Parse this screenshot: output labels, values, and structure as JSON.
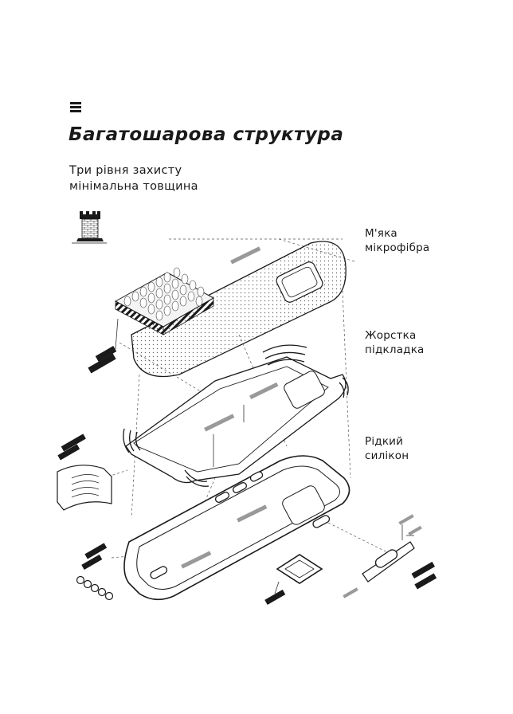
{
  "header": {
    "menu_icon": "menu-icon",
    "title": "Багатошарова структура",
    "subtitle_lines": [
      "Три рівня захисту",
      "мінімальна товщина"
    ],
    "badge_icon": "tower-icon"
  },
  "layers": [
    {
      "lines": [
        "М'яка",
        "мікрофібра"
      ]
    },
    {
      "lines": [
        "Жорстка",
        "підкладка"
      ]
    },
    {
      "lines": [
        "Рідкий",
        "силікон"
      ]
    }
  ],
  "colors": {
    "ink": "#1a1a1a",
    "background": "#ffffff",
    "dots": "#666666"
  }
}
